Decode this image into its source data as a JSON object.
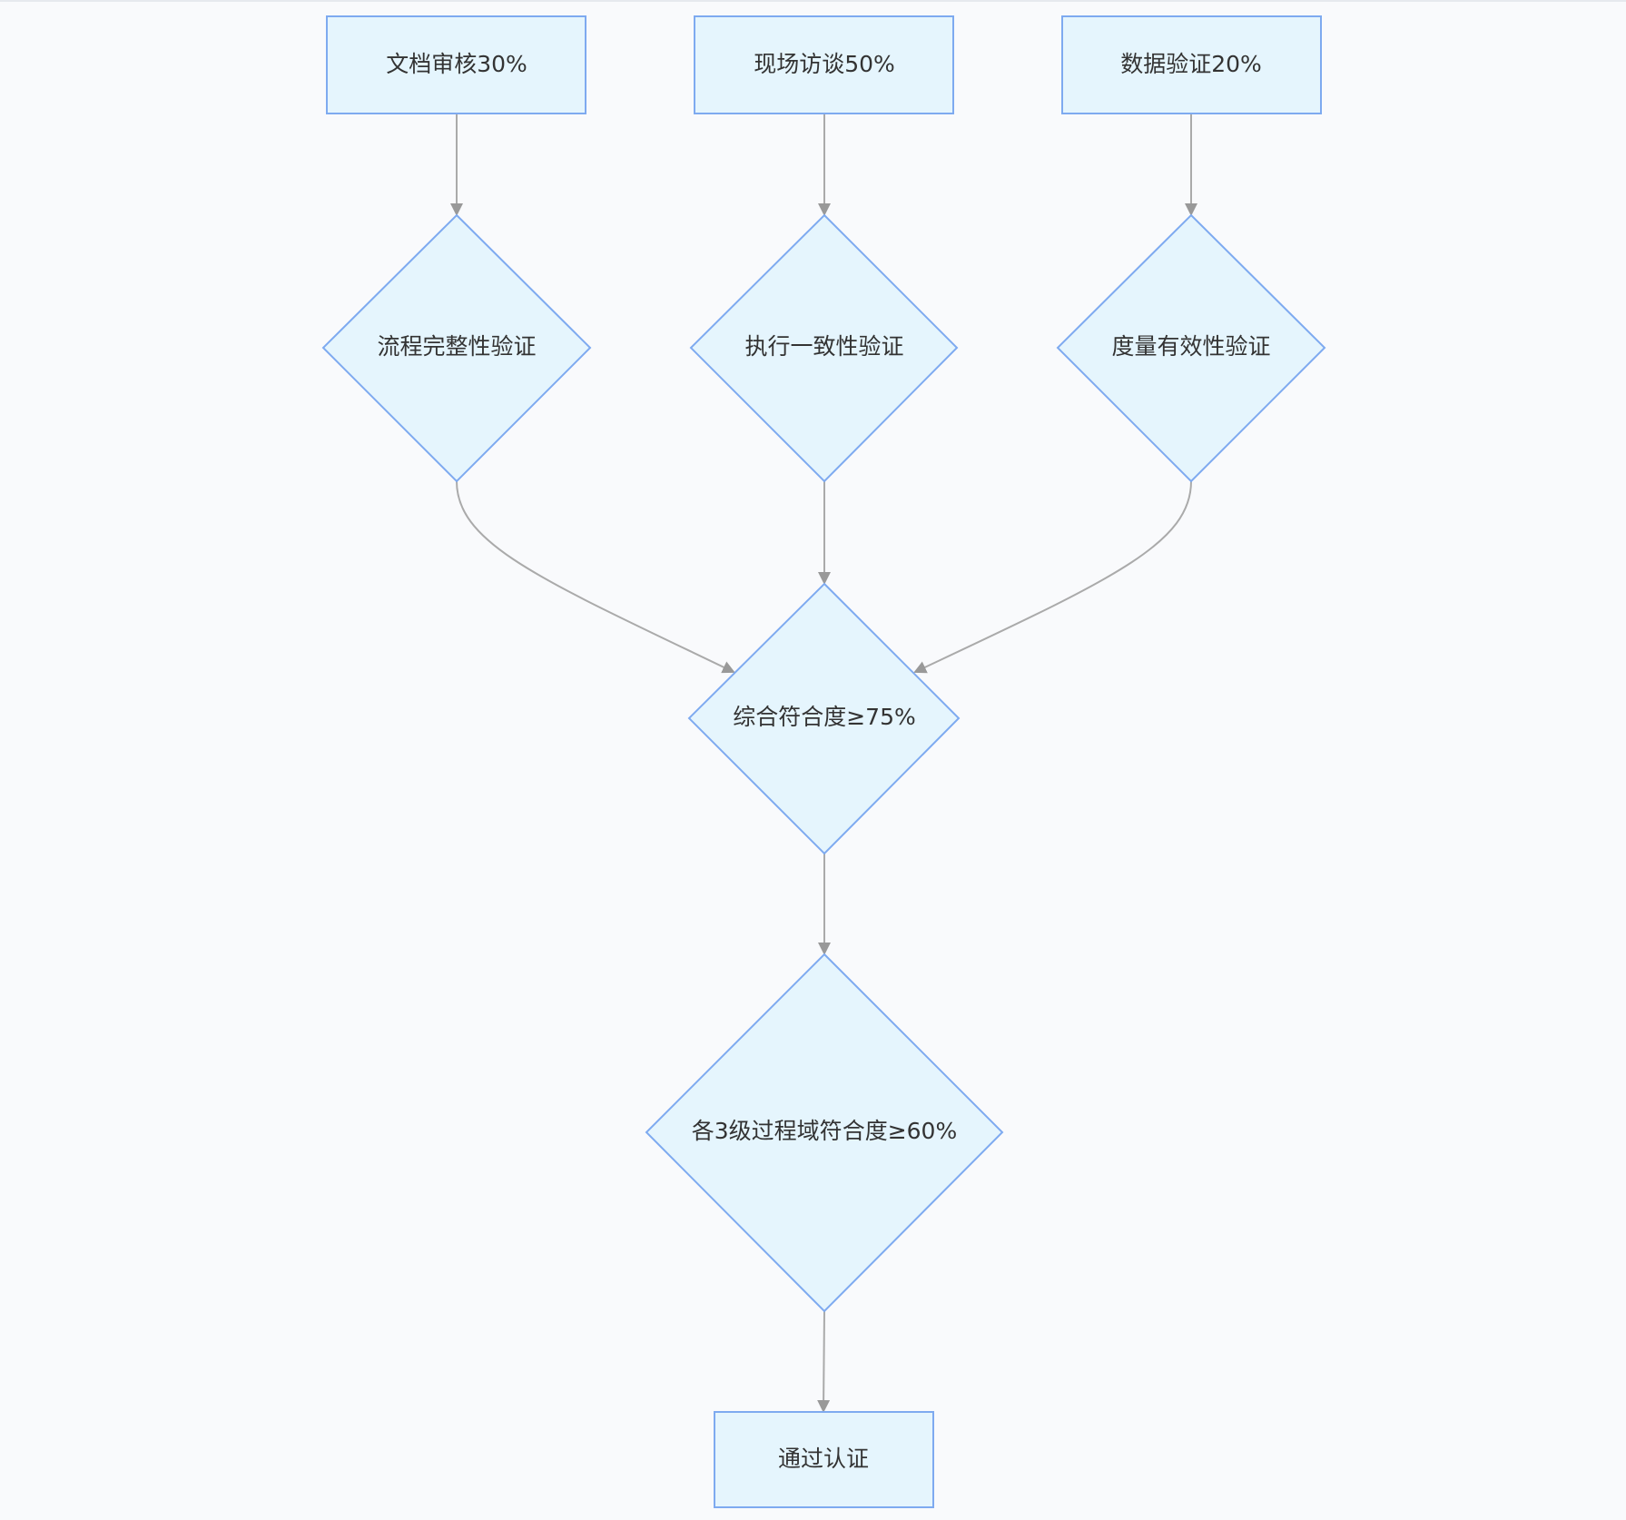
{
  "diagram": {
    "type": "flowchart",
    "nodes": {
      "doc_review": {
        "label": "文档审核30%",
        "shape": "rect"
      },
      "onsite_interview": {
        "label": "现场访谈50%",
        "shape": "rect"
      },
      "data_verify": {
        "label": "数据验证20%",
        "shape": "rect"
      },
      "process_completeness": {
        "label": "流程完整性验证",
        "shape": "diamond"
      },
      "execution_consistency": {
        "label": "执行一致性验证",
        "shape": "diamond"
      },
      "metric_validity": {
        "label": "度量有效性验证",
        "shape": "diamond"
      },
      "overall_compliance": {
        "label": "综合符合度≥75%",
        "shape": "diamond"
      },
      "level3_domain_compliance": {
        "label": "各3级过程域符合度≥60%",
        "shape": "diamond"
      },
      "certified": {
        "label": "通过认证",
        "shape": "rect"
      }
    },
    "edges": [
      {
        "from": "doc_review",
        "to": "process_completeness"
      },
      {
        "from": "onsite_interview",
        "to": "execution_consistency"
      },
      {
        "from": "data_verify",
        "to": "metric_validity"
      },
      {
        "from": "process_completeness",
        "to": "overall_compliance"
      },
      {
        "from": "execution_consistency",
        "to": "overall_compliance"
      },
      {
        "from": "metric_validity",
        "to": "overall_compliance"
      },
      {
        "from": "overall_compliance",
        "to": "level3_domain_compliance"
      },
      {
        "from": "level3_domain_compliance",
        "to": "certified"
      }
    ]
  },
  "colors": {
    "background": "#f9fafc",
    "node_fill": "#e5f5fd",
    "node_stroke": "#7eaaf0",
    "edge": "#aaaaaa",
    "arrowhead": "#999999",
    "text": "#333333"
  }
}
